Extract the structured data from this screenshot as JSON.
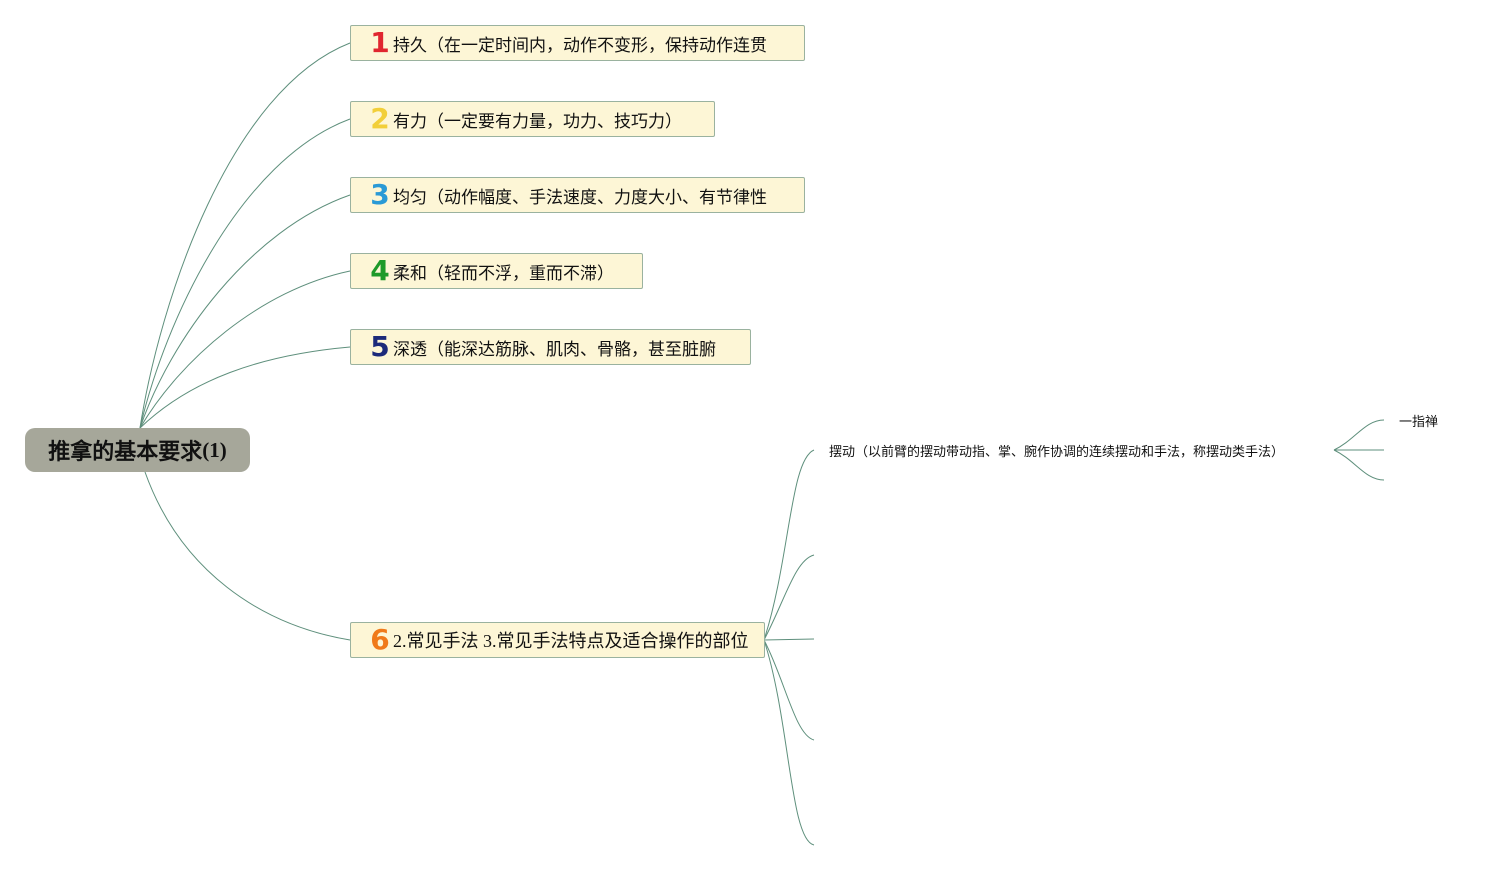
{
  "root": {
    "title": "推拿的基本要求",
    "suffix": "(1)"
  },
  "topics": [
    {
      "marker": "1",
      "marker_color": "#e0262f",
      "label": "持久（在一定时间内，动作不变形，保持动作连贯"
    },
    {
      "marker": "2",
      "marker_color": "#f2cf3a",
      "label": "有力（一定要有力量，功力、技巧力）"
    },
    {
      "marker": "3",
      "marker_color": "#2a9ad6",
      "label": "均匀（动作幅度、手法速度、力度大小、有节律性"
    },
    {
      "marker": "4",
      "marker_color": "#1e9a2a",
      "label": "柔和（轻而不浮，重而不滞）"
    },
    {
      "marker": "5",
      "marker_color": "#1c2a7a",
      "label": "深透（能深达筋脉、肌肉、骨骼，甚至脏腑"
    },
    {
      "marker": "6",
      "marker_color": "#f07a1a",
      "label": "2.常见手法 3.常见手法特点及适合操作的部位"
    }
  ],
  "subtopic": {
    "label": "摆动（以前臂的摆动带动指、掌、腕作协调的连续摆动和手法，称摆动类手法）"
  },
  "leaf": {
    "label": "一指禅"
  },
  "colors": {
    "connector": "#5e8f7c",
    "topic_fill": "#fdf6d6",
    "topic_border": "#9ab29f",
    "root_fill": "#a6a79a"
  }
}
